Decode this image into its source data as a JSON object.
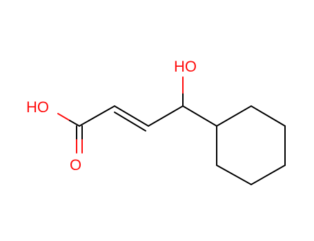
{
  "molecule": {
    "atoms": {
      "carboxyl_oh": {
        "label": "HO",
        "color": "#ff0d0d"
      },
      "carbonyl_o": {
        "label": "O",
        "color": "#ff0d0d"
      },
      "hydroxyl_oh": {
        "label": "HO",
        "color": "#ff0d0d"
      }
    },
    "bond_color": "#000000"
  }
}
